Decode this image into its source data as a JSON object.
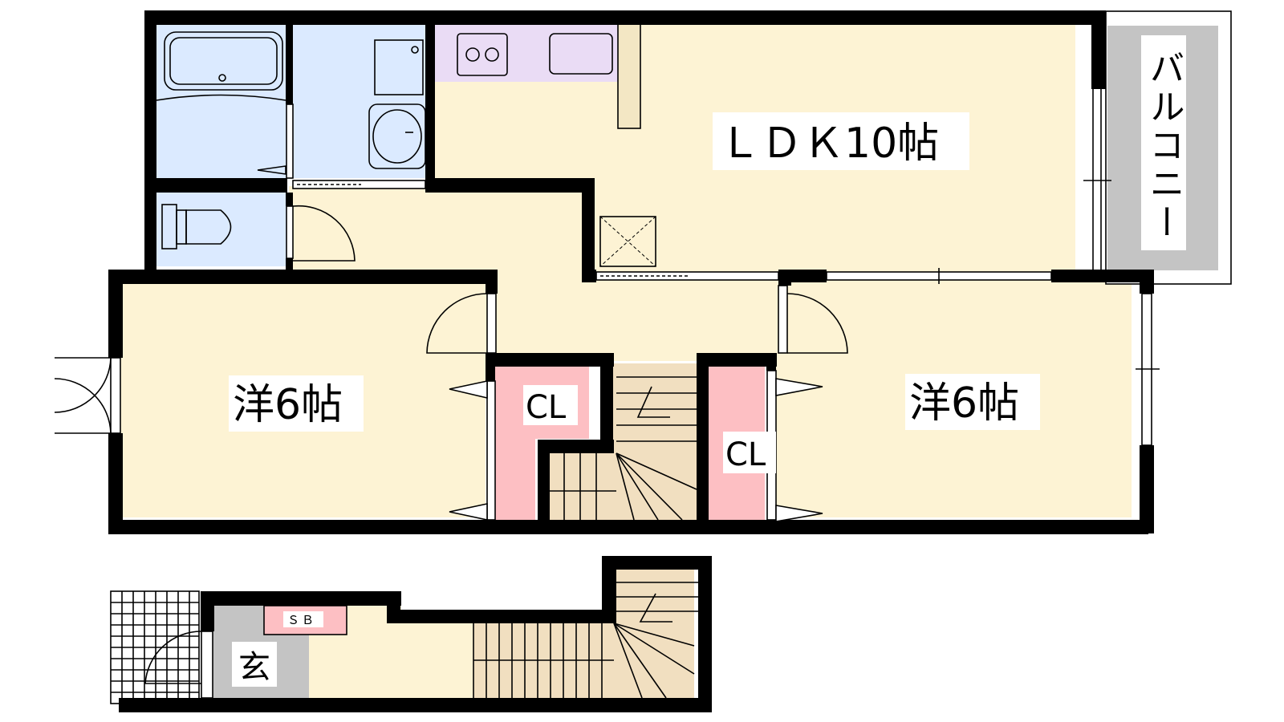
{
  "rooms": {
    "ldk": "ＬＤＫ10帖",
    "western_left": "洋6帖",
    "western_right": "洋6帖",
    "closet_left": "CL",
    "closet_right": "CL",
    "balcony": "バルコニー",
    "entrance": "玄",
    "shoe_box": "ＳＢ"
  },
  "colors": {
    "living": "#fdf3d4",
    "wet_area": "#dbeaff",
    "kitchen": "#eadcf5",
    "closet": "#fdbfc3",
    "balcony": "#c4c4c4",
    "stairs": "#f1dfc0",
    "wall": "#000000"
  },
  "icons": [
    "bathtub-icon",
    "washbasin-icon",
    "washing-machine-icon",
    "toilet-icon",
    "gas-stove-icon",
    "kitchen-sink-icon",
    "stairs-icon",
    "door-swing-icon",
    "sliding-door-icon",
    "window-icon"
  ]
}
